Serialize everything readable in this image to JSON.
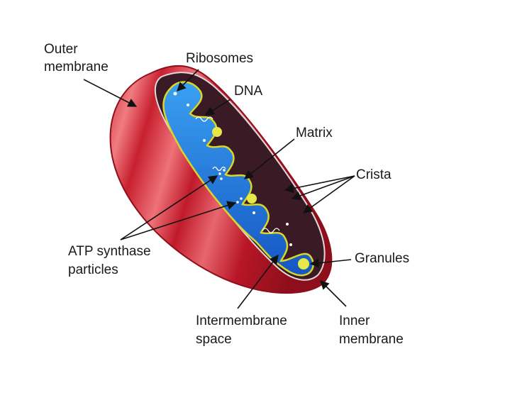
{
  "labels": {
    "outer_membrane": [
      "Outer",
      "membrane"
    ],
    "ribosomes": "Ribosomes",
    "dna": "DNA",
    "matrix": "Matrix",
    "crista": "Crista",
    "atp_synthase": [
      "ATP synthase",
      "particles"
    ],
    "granules": "Granules",
    "intermembrane_space": [
      "Intermembrane",
      "space"
    ],
    "inner_membrane": [
      "Inner",
      "membrane"
    ]
  },
  "colors": {
    "outer_red": "#c8202f",
    "dark_red": "#8e0f1b",
    "rim_dark": "#3a1a24",
    "matrix_blue": "#1f6fd6",
    "matrix_light": "#3aa0f0",
    "matrix_edge": "#d7d72a",
    "granule": "#e6e84a"
  }
}
